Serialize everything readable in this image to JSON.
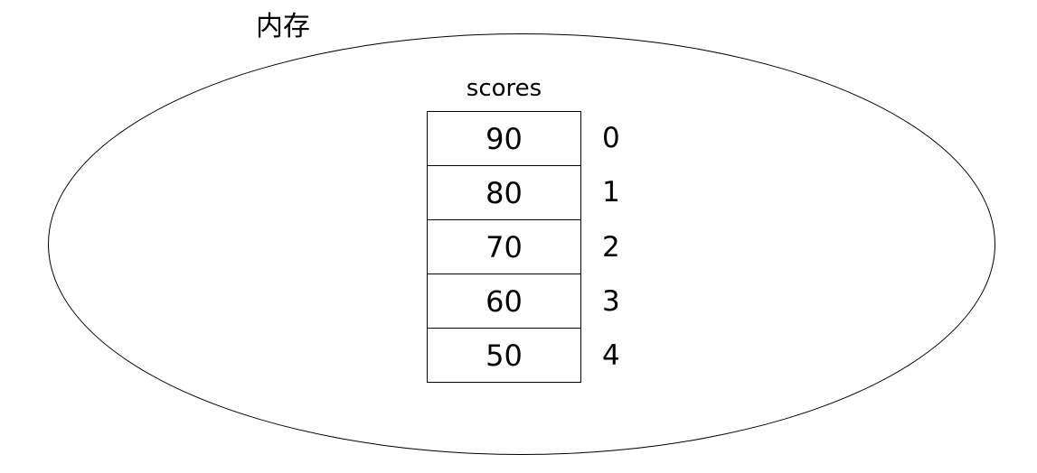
{
  "diagram": {
    "memory_label": "内存",
    "array": {
      "name": "scores",
      "cells": [
        {
          "value": "90",
          "index": "0"
        },
        {
          "value": "80",
          "index": "1"
        },
        {
          "value": "70",
          "index": "2"
        },
        {
          "value": "60",
          "index": "3"
        },
        {
          "value": "50",
          "index": "4"
        }
      ]
    },
    "colors": {
      "stroke": "#000000",
      "background": "#ffffff",
      "text": "#000000"
    }
  }
}
